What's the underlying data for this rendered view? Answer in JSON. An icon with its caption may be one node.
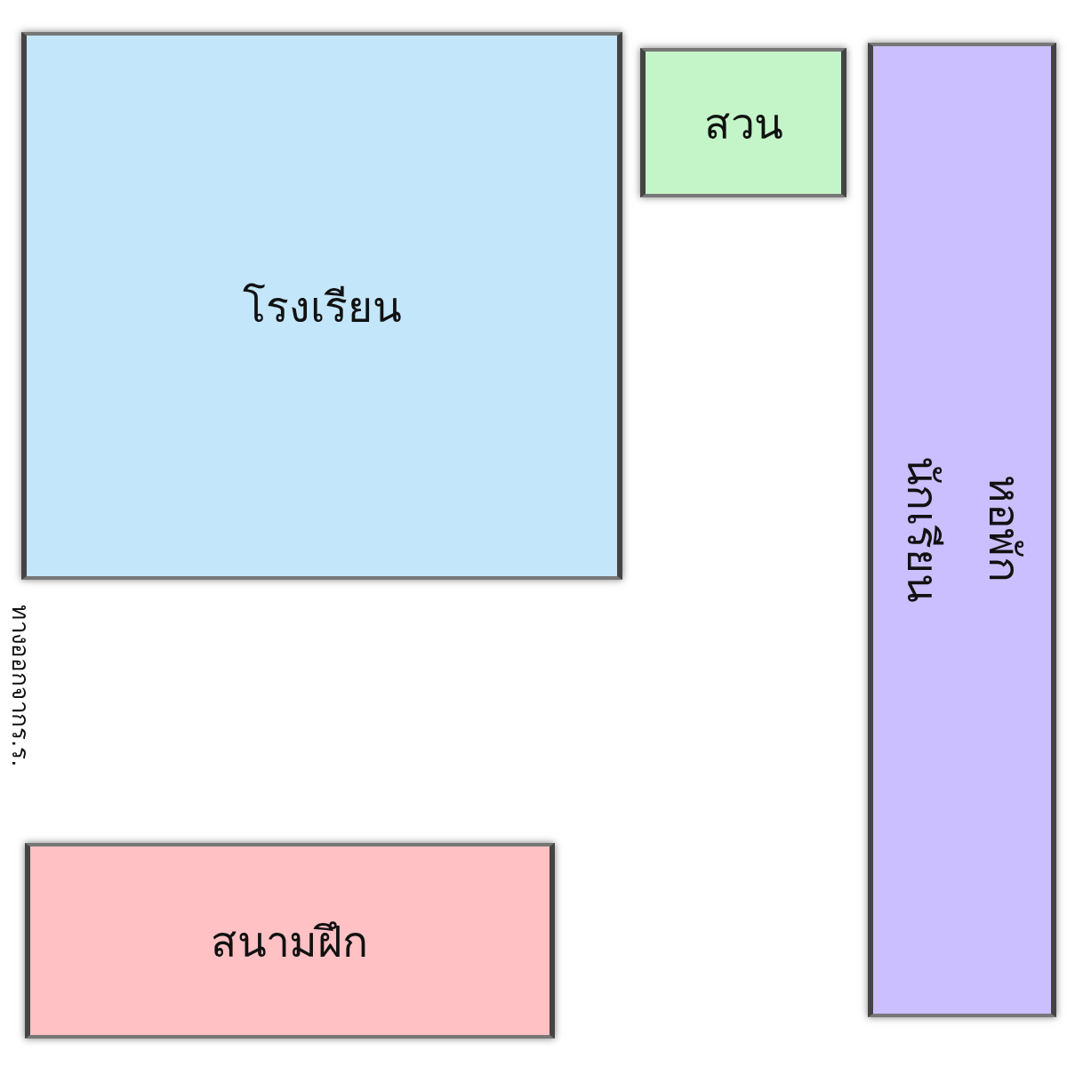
{
  "diagram": {
    "nodes": [
      {
        "text": [
          "โรงเรียน"
        ]
      },
      {
        "text": [
          "สวน"
        ]
      },
      {
        "text": [
          "หอพักนักเรียน"
        ]
      },
      {
        "text": [
          "สนามฝึก"
        ]
      }
    ],
    "labels": [
      "ทางออกจากร.ร."
    ]
  }
}
